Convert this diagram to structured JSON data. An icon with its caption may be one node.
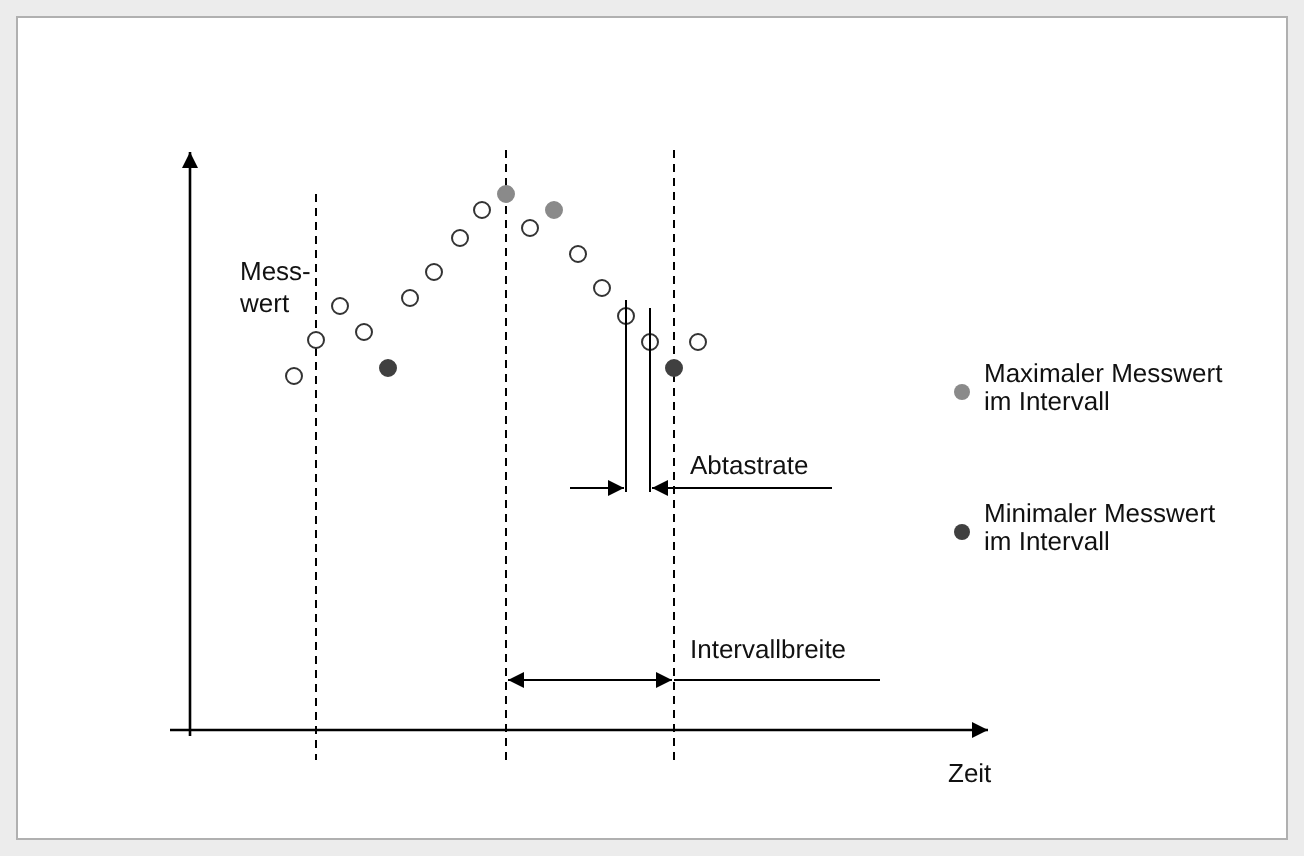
{
  "diagram": {
    "labels": [
      "Mess- wert",
      "Abtastrate",
      "Intervallbreite",
      "Zeit"
    ],
    "legend": [
      {
        "text": "Maximaler Messwert im Intervall",
        "color": "#8a8a8a"
      },
      {
        "text": "Minimaler Messwert im Intervall",
        "color": "#404040"
      }
    ]
  }
}
